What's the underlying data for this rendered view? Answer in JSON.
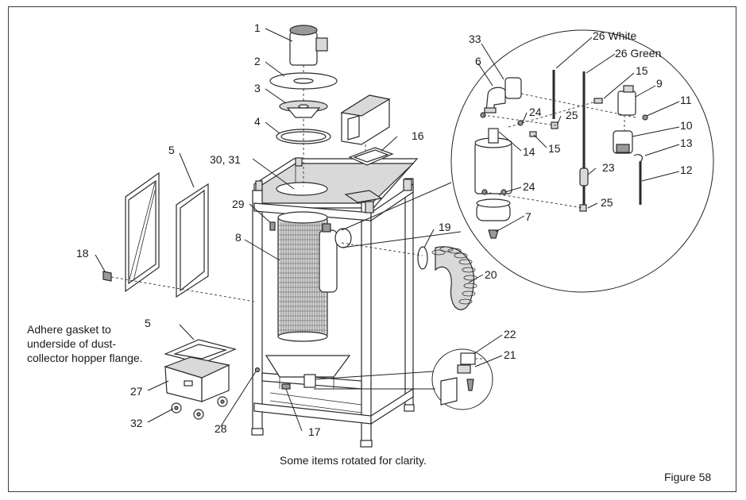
{
  "figure": {
    "caption": "Some items rotated for clarity.",
    "figure_label": "Figure 58",
    "gasket_note": [
      "Adhere gasket to",
      "underside of dust-",
      "collector hopper flange."
    ]
  },
  "callouts": [
    {
      "id": "1",
      "text": "1"
    },
    {
      "id": "2",
      "text": "2"
    },
    {
      "id": "3",
      "text": "3"
    },
    {
      "id": "4",
      "text": "4"
    },
    {
      "id": "5a",
      "text": "5"
    },
    {
      "id": "5b",
      "text": "5"
    },
    {
      "id": "6",
      "text": "6"
    },
    {
      "id": "7",
      "text": "7"
    },
    {
      "id": "8",
      "text": "8"
    },
    {
      "id": "9",
      "text": "9"
    },
    {
      "id": "10",
      "text": "10"
    },
    {
      "id": "11",
      "text": "11"
    },
    {
      "id": "12",
      "text": "12"
    },
    {
      "id": "13",
      "text": "13"
    },
    {
      "id": "14",
      "text": "14"
    },
    {
      "id": "15a",
      "text": "15"
    },
    {
      "id": "15b",
      "text": "15"
    },
    {
      "id": "16",
      "text": "16"
    },
    {
      "id": "17",
      "text": "17"
    },
    {
      "id": "18",
      "text": "18"
    },
    {
      "id": "19",
      "text": "19"
    },
    {
      "id": "20",
      "text": "20"
    },
    {
      "id": "21",
      "text": "21"
    },
    {
      "id": "22",
      "text": "22"
    },
    {
      "id": "23",
      "text": "23"
    },
    {
      "id": "24a",
      "text": "24"
    },
    {
      "id": "24b",
      "text": "24"
    },
    {
      "id": "25a",
      "text": "25"
    },
    {
      "id": "25b",
      "text": "25"
    },
    {
      "id": "26w",
      "text": "26 White"
    },
    {
      "id": "26g",
      "text": "26 Green"
    },
    {
      "id": "27",
      "text": "27"
    },
    {
      "id": "28",
      "text": "28"
    },
    {
      "id": "29",
      "text": "29"
    },
    {
      "id": "3031",
      "text": "30, 31"
    },
    {
      "id": "32",
      "text": "32"
    },
    {
      "id": "33",
      "text": "33"
    }
  ]
}
